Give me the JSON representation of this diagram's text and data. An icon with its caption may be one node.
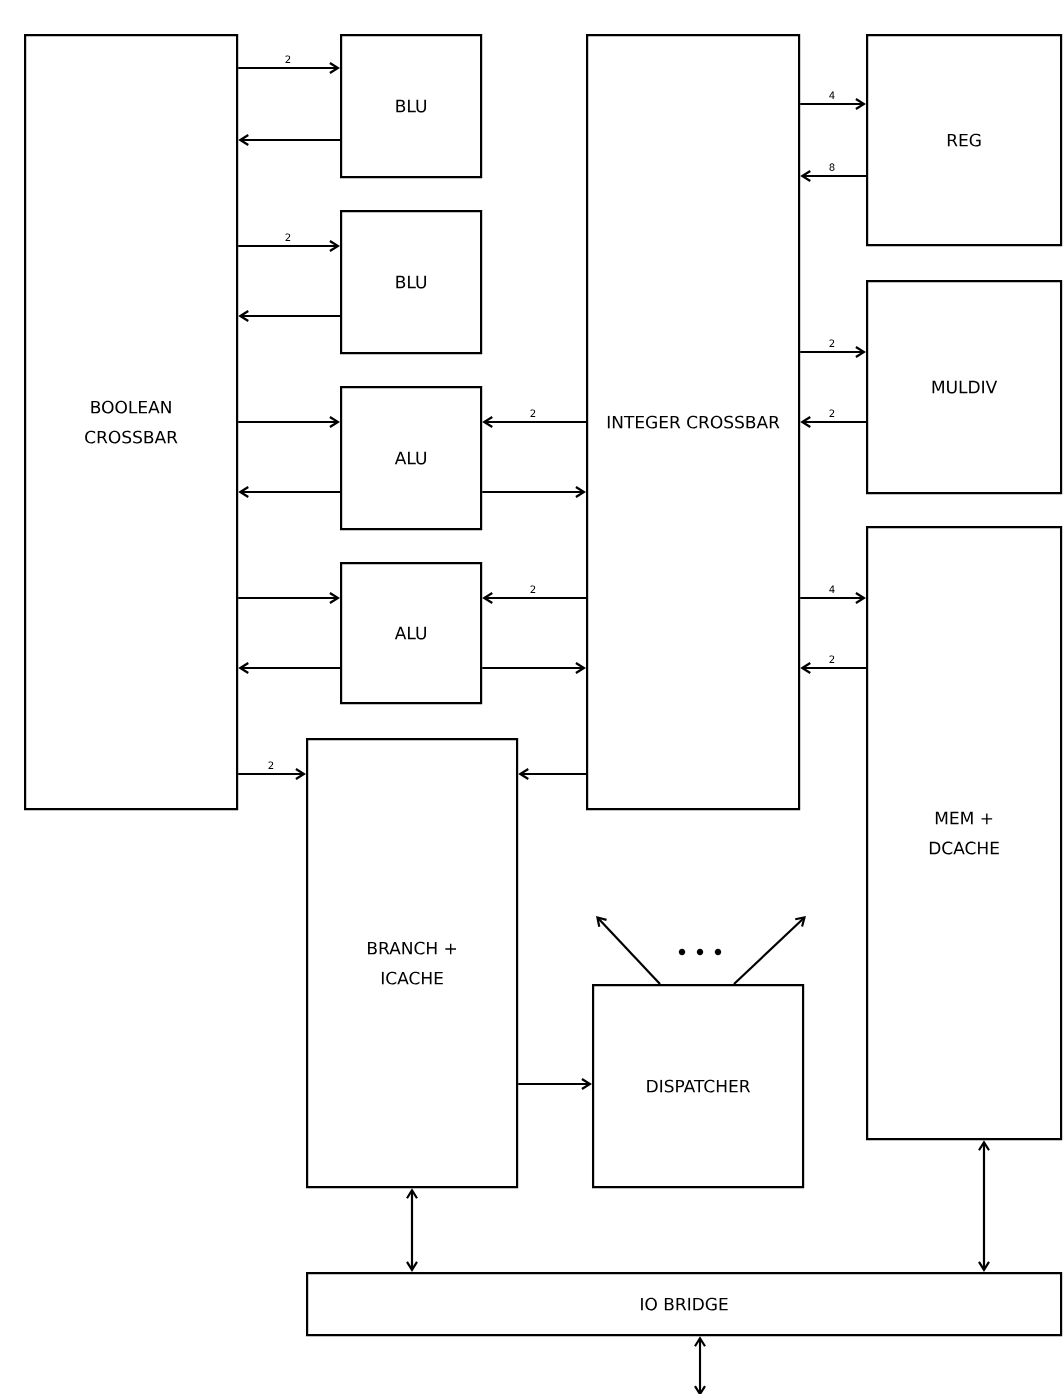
{
  "diagram": {
    "nodes": [
      {
        "text": [
          "BOOLEAN CROSSBAR"
        ]
      },
      {
        "text": [
          "BLU"
        ]
      },
      {
        "text": [
          "BLU"
        ]
      },
      {
        "text": [
          "ALU"
        ]
      },
      {
        "text": [
          "ALU"
        ]
      },
      {
        "text": [
          "INTEGER CROSSBAR"
        ]
      },
      {
        "text": [
          "REG"
        ]
      },
      {
        "text": [
          "MULDIV"
        ]
      },
      {
        "text": [
          "MEM + DCACHE"
        ]
      },
      {
        "text": [
          "BRANCH + ICACHE"
        ]
      },
      {
        "text": [
          "DISPATCHER"
        ]
      },
      {
        "text": [
          "IO BRIDGE"
        ]
      }
    ],
    "edges": [
      {
        "from": 0,
        "to": 1,
        "arrow": "to",
        "label": "2"
      },
      {
        "from": 1,
        "to": 0,
        "arrow": "to"
      },
      {
        "from": 0,
        "to": 2,
        "arrow": "to",
        "label": "2"
      },
      {
        "from": 2,
        "to": 0,
        "arrow": "to"
      },
      {
        "from": 0,
        "to": 3,
        "arrow": "to"
      },
      {
        "from": 3,
        "to": 0,
        "arrow": "to"
      },
      {
        "from": 5,
        "to": 3,
        "arrow": "to",
        "label": "2"
      },
      {
        "from": 3,
        "to": 5,
        "arrow": "to"
      },
      {
        "from": 0,
        "to": 4,
        "arrow": "to"
      },
      {
        "from": 4,
        "to": 0,
        "arrow": "to"
      },
      {
        "from": 5,
        "to": 4,
        "arrow": "to",
        "label": "2"
      },
      {
        "from": 4,
        "to": 5,
        "arrow": "to"
      },
      {
        "from": 0,
        "to": 9,
        "arrow": "to",
        "label": "2"
      },
      {
        "from": 5,
        "to": 9,
        "arrow": "to"
      },
      {
        "from": 5,
        "to": 6,
        "arrow": "to",
        "label": "4"
      },
      {
        "from": 6,
        "to": 5,
        "arrow": "to",
        "label": "8"
      },
      {
        "from": 5,
        "to": 7,
        "arrow": "to",
        "label": "2"
      },
      {
        "from": 7,
        "to": 5,
        "arrow": "to",
        "label": "2"
      },
      {
        "from": 5,
        "to": 8,
        "arrow": "to",
        "label": "4"
      },
      {
        "from": 8,
        "to": 5,
        "arrow": "to",
        "label": "2"
      },
      {
        "from": 9,
        "to": 10,
        "arrow": "to"
      },
      {
        "from": 9,
        "to": 11,
        "arrow": "both"
      },
      {
        "from": 8,
        "to": 11,
        "arrow": "both"
      },
      {
        "from": 11,
        "to": null,
        "arrow": "both"
      },
      {
        "from": 10,
        "to": null,
        "arrow": "to"
      },
      {
        "from": 10,
        "to": null,
        "arrow": "to"
      }
    ]
  }
}
